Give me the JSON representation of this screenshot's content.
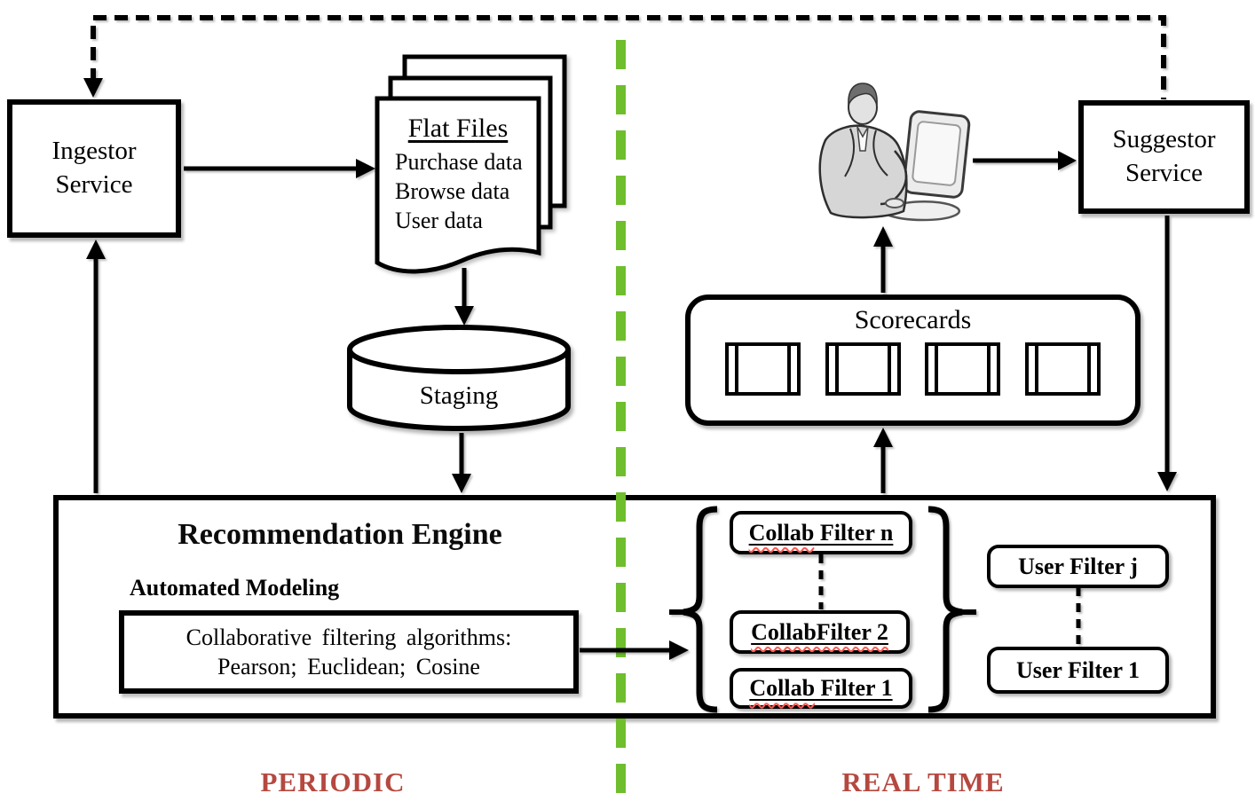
{
  "zones": {
    "periodic": "PERIODIC",
    "real_time": "REAL TIME"
  },
  "colors": {
    "divider_green": "#6fbe2e",
    "zone_label_red": "#b5483f",
    "line_black": "#000000",
    "squiggle_red": "#ff5a52"
  },
  "nodes": {
    "ingestor": {
      "label": "Ingestor Service"
    },
    "flat_files": {
      "title": "Flat Files",
      "lines": [
        "Purchase data",
        "Browse data",
        "User data"
      ]
    },
    "staging": {
      "label": "Staging"
    },
    "engine": {
      "title": "Recommendation Engine",
      "subtitle": "Automated Modeling",
      "algorithms_line1": "Collaborative filtering algorithms:",
      "algorithms_line2": "Pearson; Euclidean; Cosine"
    },
    "scorecards": {
      "title": "Scorecards",
      "card_count": 4
    },
    "person_icon": "analyst-at-computer",
    "suggestor": {
      "label": "Suggestor Service"
    },
    "collab_filters": [
      {
        "squiggled": "Collab",
        "rest": " Filter n"
      },
      {
        "squiggled": "CollabFilter 2",
        "rest": ""
      },
      {
        "squiggled": "Collab",
        "rest": " Filter 1"
      }
    ],
    "user_filters": [
      {
        "label": "User Filter j"
      },
      {
        "label": "User Filter 1"
      }
    ]
  }
}
